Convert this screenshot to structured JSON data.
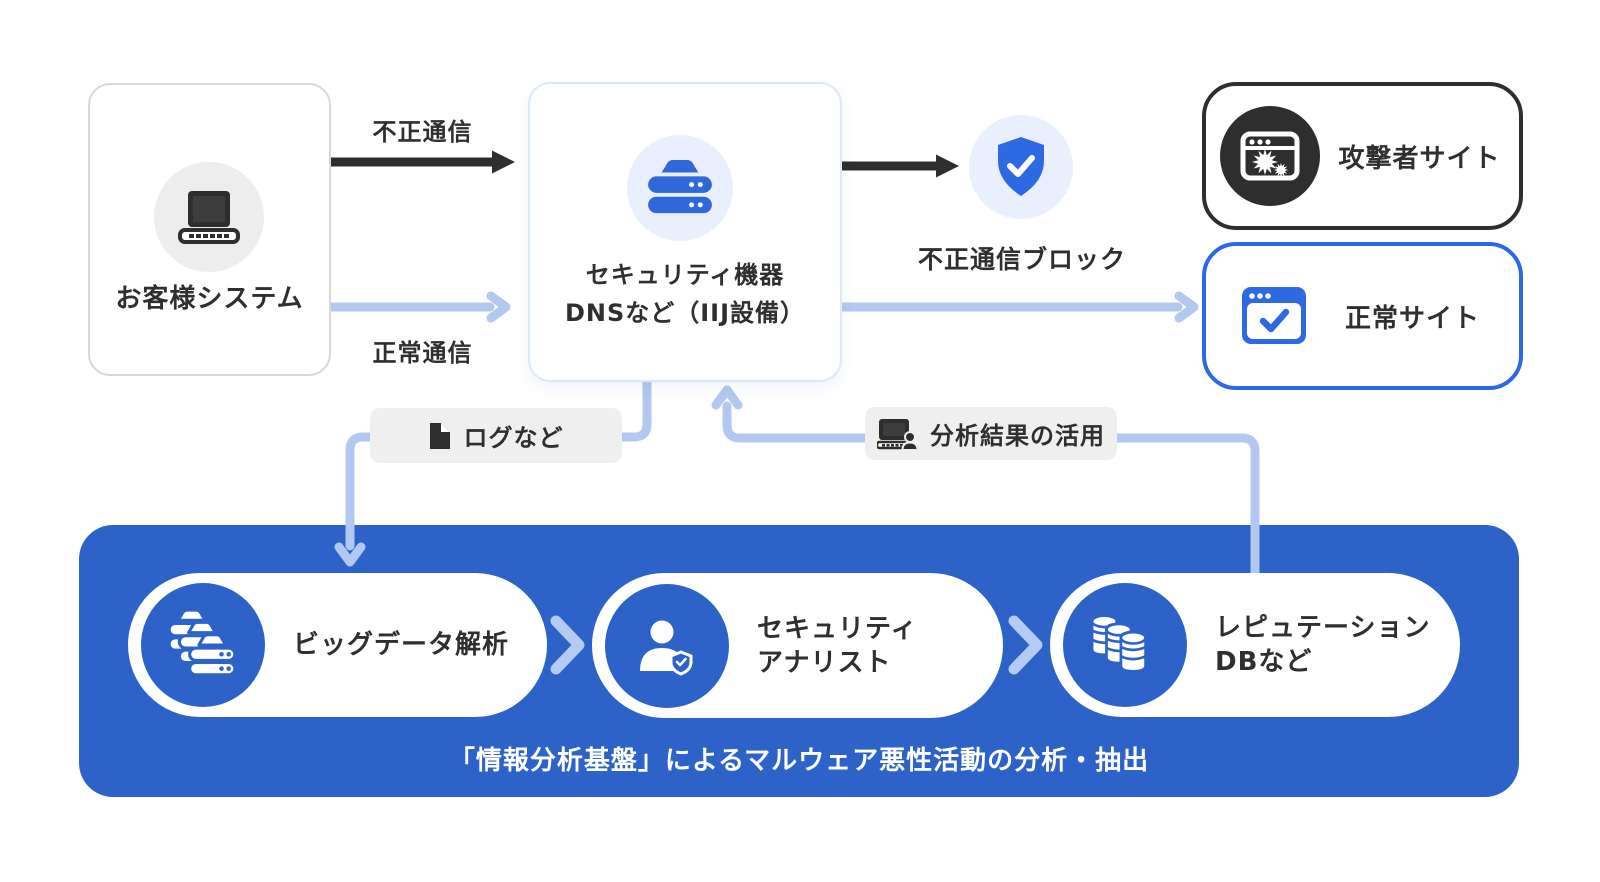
{
  "nodes": {
    "customer": {
      "label": "お客様システム",
      "icon": "laptop-icon"
    },
    "security_device": {
      "line1": "セキュリティ機器",
      "line2": "DNSなど（IIJ設備）",
      "icon": "server-icon"
    },
    "block": {
      "label": "不正通信ブロック",
      "icon": "shield-check-icon"
    },
    "attacker_site": {
      "label": "攻撃者サイト",
      "icon": "malware-browser-icon"
    },
    "normal_site": {
      "label": "正常サイト",
      "icon": "verified-browser-icon"
    }
  },
  "edges": {
    "malicious_traffic": {
      "label": "不正通信",
      "color": "#2e2e2e"
    },
    "normal_traffic": {
      "label": "正常通信",
      "color": "#b3c8f1"
    },
    "logs": {
      "label": "ログなど",
      "icon": "document-icon"
    },
    "analysis_results": {
      "label": "分析結果の活用",
      "icon": "analyst-laptop-icon"
    }
  },
  "platform": {
    "steps": [
      {
        "label": "ビッグデータ解析",
        "icon": "big-data-servers-icon"
      },
      {
        "line1": "セキュリティ",
        "line2": "アナリスト",
        "icon": "security-analyst-icon"
      },
      {
        "line1": "レピュテーション",
        "line2": "DBなど",
        "icon": "reputation-db-icon"
      }
    ],
    "caption": "「情報分析基盤」によるマルウェア悪性活動の分析・抽出"
  },
  "colors": {
    "primary_blue": "#2d63c9",
    "bright_blue": "#2c69e2",
    "light_blue_arrow": "#b3c8f1",
    "pale_blue_bg": "#e9effc",
    "dark": "#2e2e2e",
    "label_bg": "#efefef"
  }
}
